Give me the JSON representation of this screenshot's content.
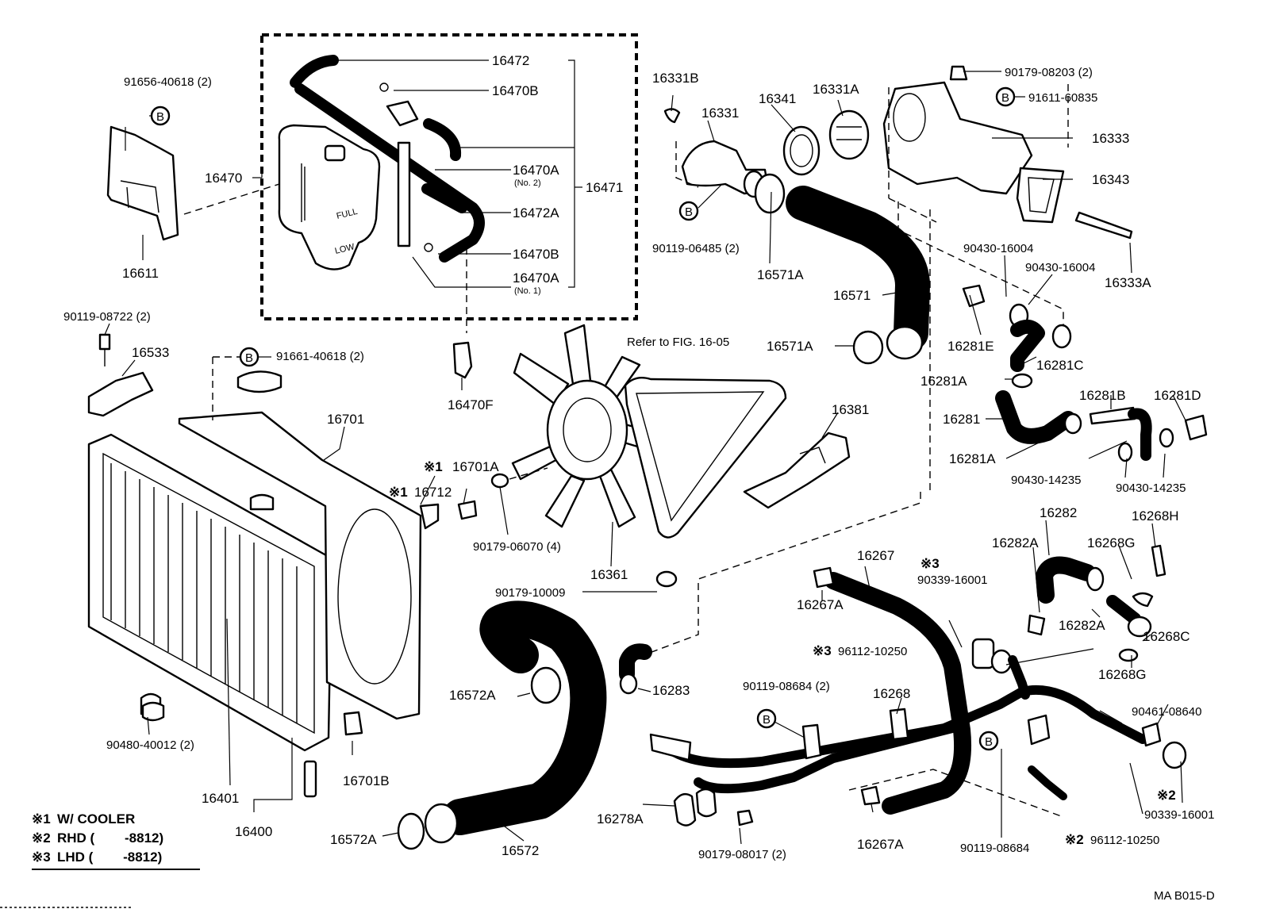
{
  "diagram_code": "MA B015-D",
  "reference_note": "Refer to FIG. 16-05",
  "bolt_marker": "B",
  "notes": [
    {
      "mark": "※1",
      "text": "W/ COOLER"
    },
    {
      "mark": "※2",
      "text": "RHD (        -8812)"
    },
    {
      "mark": "※3",
      "text": "LHD (        -8812)"
    }
  ],
  "labels": {
    "p16472": "16472",
    "p16470B_1": "16470B",
    "p16470A_2": "16470A",
    "p16470A_2_sub": "(No. 2)",
    "p16471": "16471",
    "p16472A": "16472A",
    "p16470B_2": "16470B",
    "p16470A_1": "16470A",
    "p16470A_1_sub": "(No. 1)",
    "p16470": "16470",
    "p91656": "91656-40618 (2)",
    "p16611": "16611",
    "p16470F": "16470F",
    "p16331B": "16331B",
    "p16331": "16331",
    "p16341": "16341",
    "p16331A": "16331A",
    "p90179_08203": "90179-08203 (2)",
    "p91611": "91611-60835",
    "p16333": "16333",
    "p16343": "16343",
    "p90119_06485": "90119-06485 (2)",
    "p16571A_1": "16571A",
    "p90430_16004_a": "90430-16004",
    "p90430_16004_b": "90430-16004",
    "p16333A": "16333A",
    "p16571": "16571",
    "p16571A_2": "16571A",
    "p16281E": "16281E",
    "p16281C": "16281C",
    "p16281A_1": "16281A",
    "p16281B": "16281B",
    "p16281D": "16281D",
    "p16281": "16281",
    "p16281A_2": "16281A",
    "p90430_14235_a": "90430-14235",
    "p90430_14235_b": "90430-14235",
    "p90119_08722": "90119-08722 (2)",
    "p16533": "16533",
    "p91661": "91661-40618 (2)",
    "p16701": "16701",
    "p16701A": "16701A",
    "p16712": "16712",
    "p90179_06070": "90179-06070 (4)",
    "p16361": "16361",
    "p16381": "16381",
    "p90179_10009": "90179-10009",
    "p16282": "16282",
    "p16268H": "16268H",
    "p16268G_1": "16268G",
    "p16282A_1": "16282A",
    "p16267": "16267",
    "p90339_16001_a": "90339-16001",
    "p16267A_1": "16267A",
    "p16282A_2": "16282A",
    "p16268C": "16268C",
    "p96112_10250_a": "96112-10250",
    "p16268G_2": "16268G",
    "p16572A_1": "16572A",
    "p16283": "16283",
    "p90119_08684_2": "90119-08684 (2)",
    "p16268": "16268",
    "p90461": "90461-08640",
    "p90480": "90480-40012 (2)",
    "p16701B": "16701B",
    "p16401": "16401",
    "p16400": "16400",
    "p16278A": "16278A",
    "p90179_08017": "90179-08017 (2)",
    "p16267A_2": "16267A",
    "p90119_08684": "90119-08684",
    "p90339_16001_b": "90339-16001",
    "p96112_10250_b": "96112-10250",
    "p16572A_2": "16572A",
    "p16572": "16572"
  }
}
